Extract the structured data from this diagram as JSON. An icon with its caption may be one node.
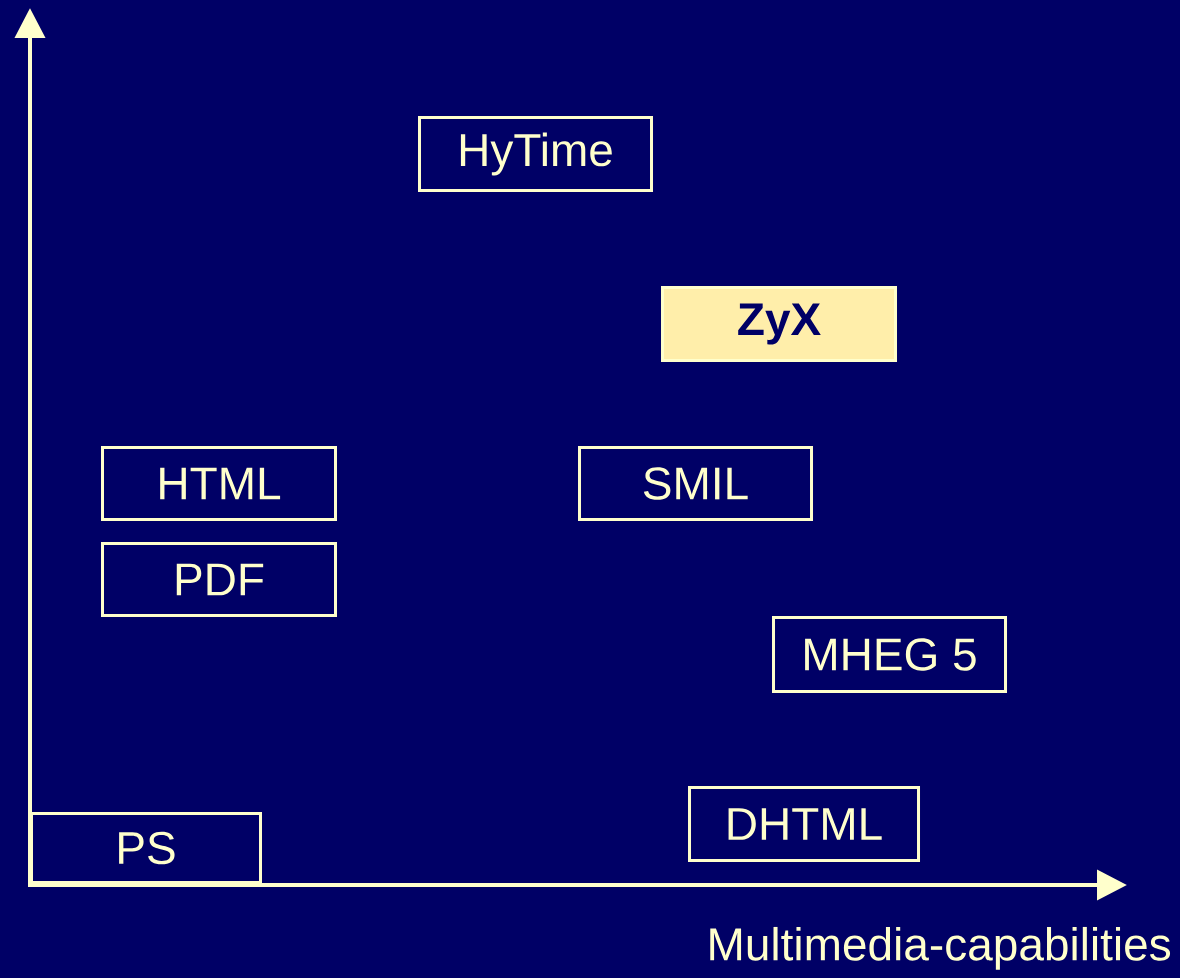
{
  "diagram": {
    "nodes": [
      {
        "text": [
          "HyTime"
        ]
      },
      {
        "text": [
          "ZyX"
        ]
      },
      {
        "text": [
          "HTML"
        ]
      },
      {
        "text": [
          "SMIL"
        ]
      },
      {
        "text": [
          "PDF"
        ]
      },
      {
        "text": [
          "MHEG 5"
        ]
      },
      {
        "text": [
          "DHTML"
        ]
      },
      {
        "text": [
          "PS"
        ]
      }
    ],
    "edges": [],
    "labels": [
      "Multimedia-capabilities"
    ]
  }
}
